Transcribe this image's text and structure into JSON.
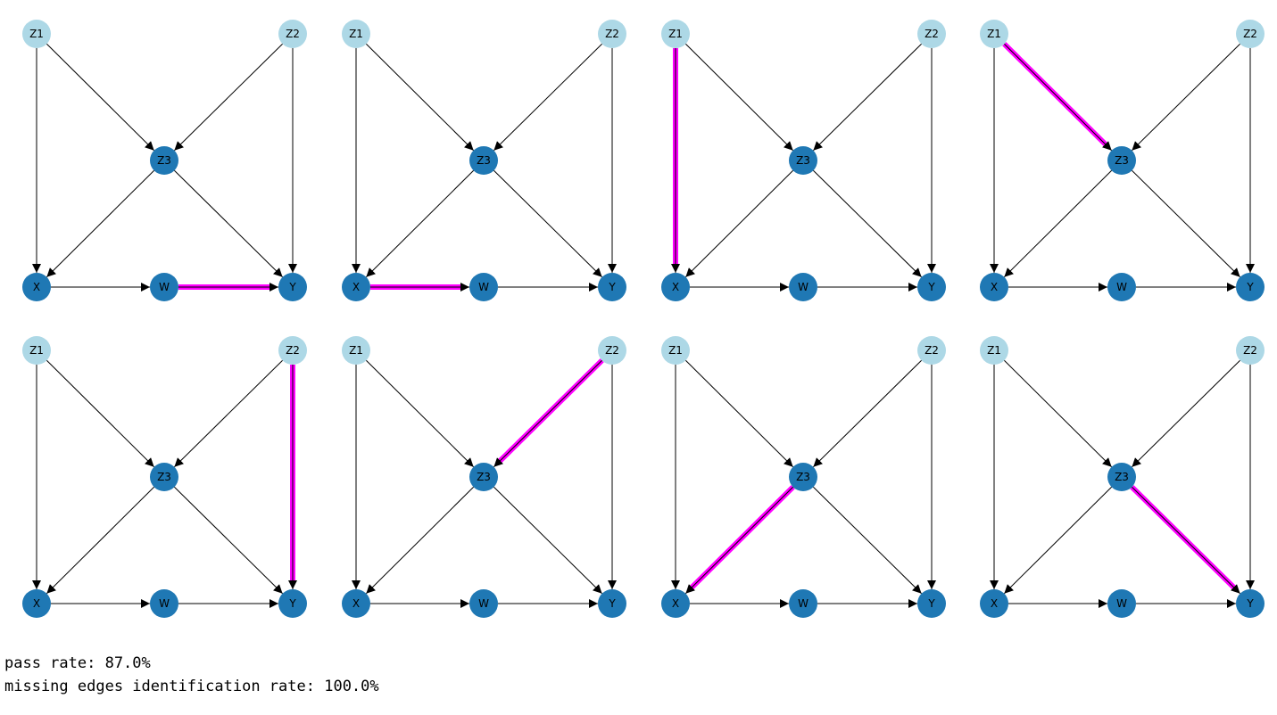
{
  "graph": {
    "nodes": [
      {
        "id": "Z1",
        "label": "Z1",
        "color": "#add8e6"
      },
      {
        "id": "Z2",
        "label": "Z2",
        "color": "#add8e6"
      },
      {
        "id": "Z3",
        "label": "Z3",
        "color": "#1f78b4"
      },
      {
        "id": "X",
        "label": "X",
        "color": "#1f78b4"
      },
      {
        "id": "W",
        "label": "W",
        "color": "#1f78b4"
      },
      {
        "id": "Y",
        "label": "Y",
        "color": "#1f78b4"
      }
    ],
    "edges": [
      [
        "Z1",
        "Z3"
      ],
      [
        "Z1",
        "X"
      ],
      [
        "Z2",
        "Z3"
      ],
      [
        "Z2",
        "Y"
      ],
      [
        "Z3",
        "X"
      ],
      [
        "Z3",
        "Y"
      ],
      [
        "X",
        "W"
      ],
      [
        "W",
        "Y"
      ]
    ],
    "highlight_color": "#ff00ff",
    "edge_color": "#000000"
  },
  "panels": [
    {
      "highlighted_edge": [
        "W",
        "Y"
      ]
    },
    {
      "highlighted_edge": [
        "X",
        "W"
      ]
    },
    {
      "highlighted_edge": [
        "Z1",
        "X"
      ]
    },
    {
      "highlighted_edge": [
        "Z1",
        "Z3"
      ]
    },
    {
      "highlighted_edge": [
        "Z2",
        "Y"
      ]
    },
    {
      "highlighted_edge": [
        "Z2",
        "Z3"
      ]
    },
    {
      "highlighted_edge": [
        "Z3",
        "X"
      ]
    },
    {
      "highlighted_edge": [
        "Z3",
        "Y"
      ]
    }
  ],
  "stats": {
    "pass_rate": "pass rate: 87.0%",
    "missing_edges_rate": "missing edges identification rate: 100.0%"
  }
}
